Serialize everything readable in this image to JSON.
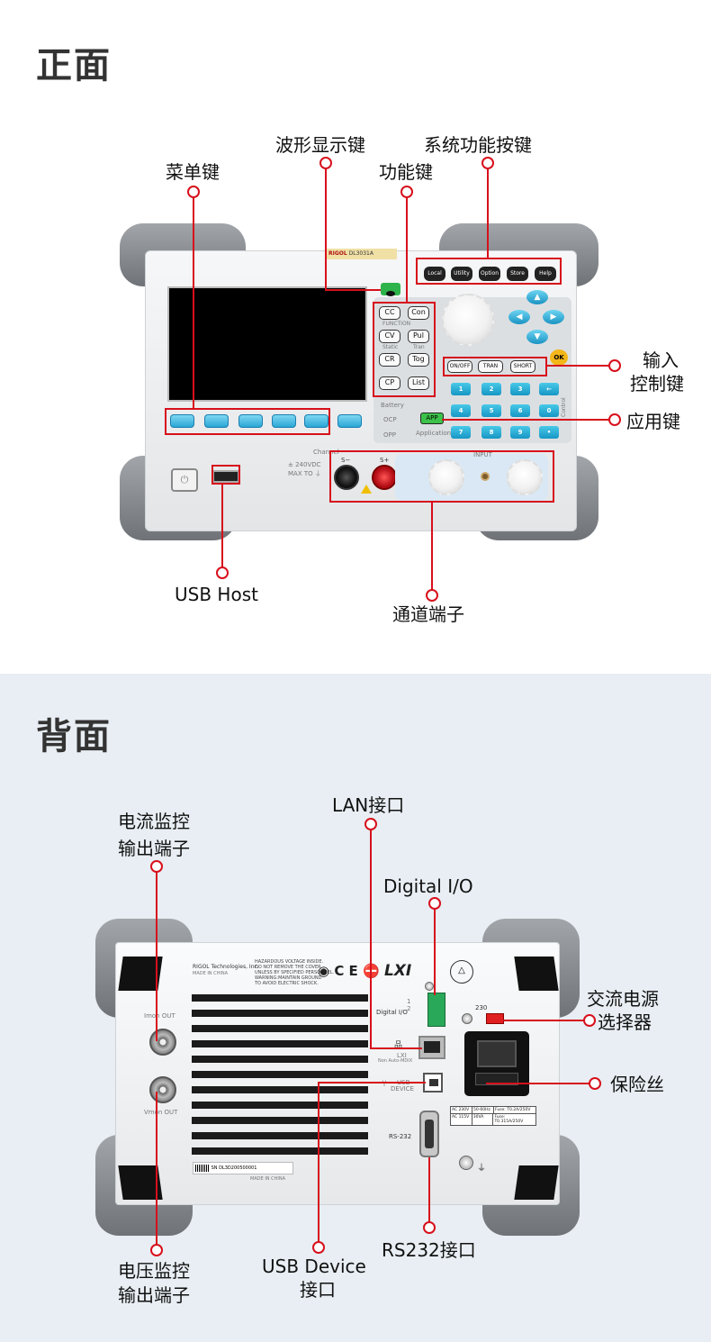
{
  "front": {
    "title": "正面",
    "callouts": {
      "menu_keys": "菜单键",
      "waveform_key": "波形显示键",
      "function_keys": "功能键",
      "system_keys": "系统功能按键",
      "input_control_line1": "输入",
      "input_control_line2": "控制键",
      "app_key": "应用键",
      "usb_host": "USB Host",
      "channel_terminals": "通道端子"
    },
    "device": {
      "brand": "RIGOL",
      "model": "DL3031A",
      "system_buttons": [
        "Local",
        "Utility",
        "Option",
        "Store",
        "Help"
      ],
      "function_keys": [
        {
          "left": "CC",
          "right": "Con"
        },
        {
          "left": "CV",
          "right": "Pul"
        },
        {
          "left": "CR",
          "right": "Tog"
        },
        {
          "left": "CP",
          "right": "List"
        }
      ],
      "function_label": "FUNCTION",
      "static_label": "Static",
      "tran_label": "Tran",
      "battery_label": "Battery",
      "ocp_label": "OCP",
      "opp_label": "OPP",
      "app_label": "APP",
      "application_label": "Application",
      "control_buttons": [
        "ON/OFF",
        "TRAN",
        "SHORT"
      ],
      "ok_label": "OK",
      "numpad": [
        "1",
        "2",
        "3",
        "←",
        "4",
        "5",
        "6",
        "0",
        "7",
        "8",
        "9",
        "•"
      ],
      "channel_label": "Channel",
      "rating_line1": "± 240VDC",
      "rating_line2": "MAX TO ⏚",
      "s_minus": "S−",
      "s_plus": "S+",
      "input_label": "INPUT",
      "control_label": "Control"
    }
  },
  "rear": {
    "title": "背面",
    "callouts": {
      "current_monitor_line1": "电流监控",
      "current_monitor_line2": "输出端子",
      "lan": "LAN接口",
      "digital_io": "Digital I/O",
      "ac_selector_line1": "交流电源",
      "ac_selector_line2": "选择器",
      "fuse": "保险丝",
      "voltage_monitor_line1": "电压监控",
      "voltage_monitor_line2": "输出端子",
      "usb_device_line1": "USB Device",
      "usb_device_line2": "接口",
      "rs232": "RS232接口"
    },
    "device": {
      "company": "RIGOL Technologies, Inc.",
      "made_in": "MADE IN CHINA",
      "warning_text": [
        "HAZARDOUS VOLTAGE INSIDE.",
        "DO NOT REMOVE THE COVER",
        "UNLESS BY SPECIFIED PERSONNEL.",
        "WARNING:MAINTAIN GROUND",
        "TO AVOID ELECTRIC SHOCK."
      ],
      "imon_label": "Imon OUT",
      "vmon_label": "Vmon OUT",
      "digital_io_label": "Digital I/O",
      "dio_pins": [
        "1",
        "2"
      ],
      "lxi_label": "LXI",
      "lan_sub": "Non Auto-MDIX",
      "usb_label": "USB",
      "device_label": "DEVICE",
      "rs232_label": "RS-232",
      "voltage_setting": "230",
      "fuse_table": [
        [
          "AC 230V",
          "50-60Hz",
          "Fuse: T0.2A/250V"
        ],
        [
          "AC 115V",
          "30VA",
          "Fuse: T0.315A/250V"
        ]
      ],
      "sn_label": "SN",
      "sn_value": "DL3D200500001",
      "made_in_china": "MADE IN CHINA",
      "lxi_logo": "LXI",
      "ce_logo": "C E"
    }
  }
}
